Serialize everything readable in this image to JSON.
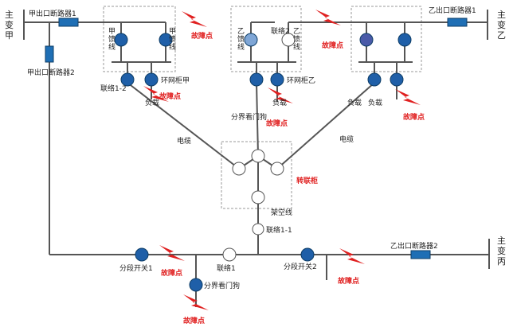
{
  "main_transformers": {
    "jia": "主变甲",
    "yi": "主变乙",
    "bing": "主变丙"
  },
  "breakers": {
    "jia1": "甲出口断路器1",
    "jia2": "甲出口断路器2",
    "yi1": "乙出口断路器1",
    "yi2": "乙出口断路器2"
  },
  "feeders": {
    "jia_left": "甲馈线",
    "jia_right": "甲馈线",
    "yi_left": "乙馈线",
    "yi_right": "乙馈线"
  },
  "nodes": {
    "lian_12": "联络1-2",
    "ring_jia": "环网柜甲",
    "ring_yi": "环网柜乙",
    "lian_2": "联络2",
    "lian_1": "联络1",
    "lian_11": "联络1-1",
    "fenjie_top": "分界看门狗",
    "fenjie_bottom": "分界看门狗",
    "fenduan_1": "分段开关1",
    "fenduan_2": "分段开关2",
    "load_1": "负载",
    "load_2": "负载",
    "load_3": "负载",
    "load_4": "负载",
    "cable_1": "电缆",
    "cable_2": "电缆",
    "transfer_cabinet": "转联柜",
    "special_line": "架空线"
  },
  "fault_label": "故障点",
  "colors": {
    "line": "#555555",
    "switch_closed": "#1f5fa8",
    "switch_open": "#ffffff",
    "breaker": "#1f6fb5",
    "fault": "#e02020",
    "dashed_box": "#999999"
  }
}
